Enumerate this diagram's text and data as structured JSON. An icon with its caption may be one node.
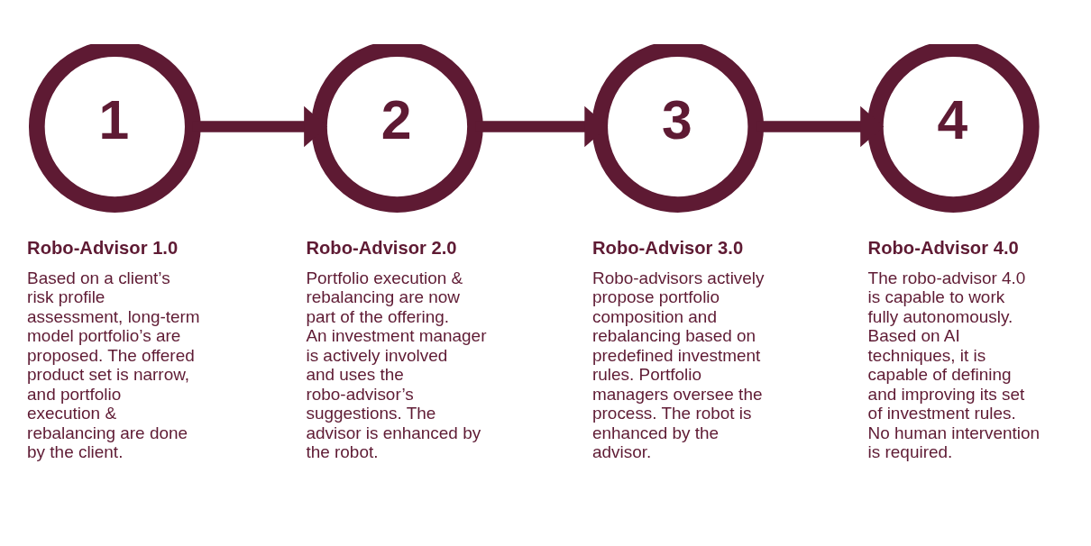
{
  "diagram": {
    "nodes": [
      {
        "text": [
          "1"
        ],
        "beside": [
          "Robo-Advisor 1.0",
          "Based on a client’s risk profile assessment, long-term model portfolio’s are proposed. The offered product set is narrow, and portfolio execution & rebalancing are done by the client."
        ]
      },
      {
        "text": [
          "2"
        ],
        "beside": [
          "Robo-Advisor 2.0",
          "Portfolio execution & rebalancing are now part of the offering. An investment manager is actively involved and uses the robo-advisor’s suggestions. The advisor is enhanced by the robot."
        ]
      },
      {
        "text": [
          "3"
        ],
        "beside": [
          "Robo-Advisor 3.0",
          "Robo-advisors actively propose portfolio composition and rebalancing based on predefined investment rules. Portfolio managers oversee the process. The robot is enhanced by the advisor."
        ]
      },
      {
        "text": [
          "4"
        ],
        "beside": [
          "Robo-Advisor 4.0",
          "The robo-advisor 4.0 is capable to work fully autonomously. Based on AI techniques, it is capable of defining and improving its set of investment rules. No human intervention is required."
        ]
      }
    ],
    "edges": [
      {
        "from": 0,
        "to": 1,
        "arrow": "to"
      },
      {
        "from": 1,
        "to": 2,
        "arrow": "to"
      },
      {
        "from": 2,
        "to": 3,
        "arrow": "to"
      }
    ]
  }
}
